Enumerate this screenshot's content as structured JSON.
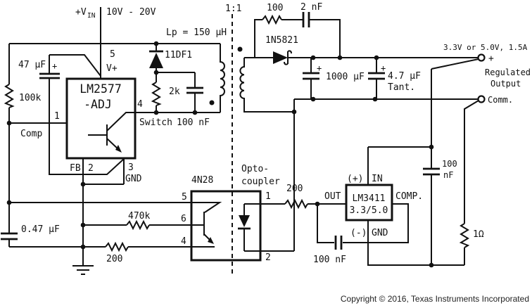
{
  "schematic": {
    "power_input": {
      "vin_label": "+V",
      "vin_sub": "IN",
      "vin_range": "10V - 20V"
    },
    "primary_side": {
      "inductance": "Lp = 150 μH",
      "bypass_cap": "47 μF",
      "bypass_plus": "+",
      "bias_resistor": "100k",
      "clamp_diode": "11DF1"
    },
    "ic_lm2577": {
      "name": "LM2577",
      "suffix": "-ADJ",
      "pin5": "5",
      "pin5_name": "V+",
      "pin1": "1",
      "pin1_name": "Comp",
      "pin4": "4",
      "pin4_name": "Switch",
      "pin2": "2",
      "pin2_name": "FB",
      "pin3": "3",
      "pin3_name": "GND"
    },
    "switch_node": {
      "snubber_r": "2k",
      "snubber_c": "100 nF"
    },
    "transformer": {
      "ratio": "1:1"
    },
    "secondary_snubber": {
      "resistor": "100",
      "capacitor": "2 nF"
    },
    "rectifier": {
      "diode": "1N5821"
    },
    "output_caps": {
      "bulk": "1000 μF",
      "bulk_plus": "+",
      "tant": "4.7 μF",
      "tant_type": "Tant.",
      "tant_plus": "+"
    },
    "output": {
      "spec": "3.3V or 5.0V, 1.5A",
      "plus": "+",
      "reg_line1": "Regulated",
      "reg_line2": "Output",
      "common": "Comm."
    },
    "feedback": {
      "comp_cap": "0.47 μF",
      "base_resistor": "470k",
      "emitter_resistor": "200"
    },
    "opto": {
      "part": "4N28",
      "label_line1": "Opto-",
      "label_line2": "coupler",
      "pin5": "5",
      "pin6": "6",
      "pin4": "4",
      "pin1": "1",
      "pin2": "2",
      "series_resistor": "200"
    },
    "ic_lm3411": {
      "name": "LM3411",
      "variant": "3.3/5.0",
      "in_sign": "(+)",
      "in_name": "IN",
      "out_name": "OUT",
      "comp_name": "COMP.",
      "gnd_sign": "(-)",
      "gnd_name": "GND",
      "bypass_cap": "100 nF"
    },
    "sense": {
      "cap_line1": "100",
      "cap_line2": "nF",
      "resistor": "1Ω"
    }
  },
  "footer": {
    "copyright": "Copyright © 2016, Texas Instruments Incorporated"
  },
  "colors": {
    "line": "#111111",
    "background": "#ffffff"
  }
}
